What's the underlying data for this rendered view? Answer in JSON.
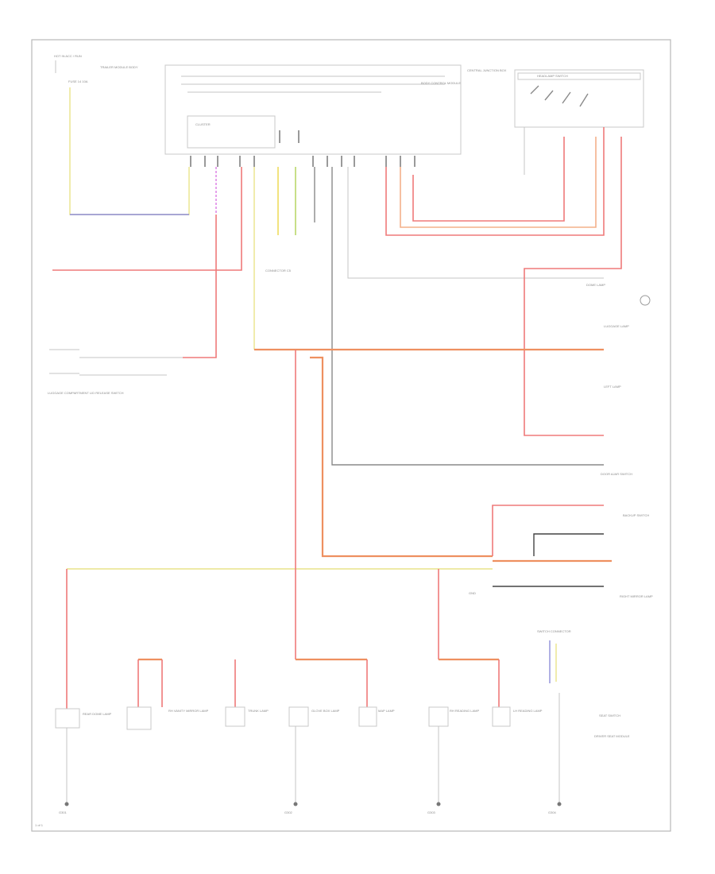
{
  "diagram": {
    "page_number": "1 of 1",
    "components": {
      "instrument_cluster": "CLUSTER",
      "top_left_ref": "HOT IN ACC / RUN",
      "interior_fuse": "FUSE 14 10A",
      "trailer_module_left": "TRAILER MODULE BODY",
      "body_control_module": "BODY CONTROL MODULE",
      "central_junction": "CENTRAL JUNCTION BOX",
      "headlamp_switch": "HEADLAMP SWITCH",
      "ground_ref_top": "GND",
      "connector_center": "CONNECTOR C5",
      "courtesy_lamp_switch": "LUGGAGE COMPARTMENT LID RELEASE SWITCH",
      "luggage_lamp": "LUGGAGE LAMP",
      "left_lamp": "LEFT LAMP",
      "mirror_lamp_right": "RIGHT MIRROR LAMP",
      "memory_seat_module": "DRIVER SEAT MODULE",
      "backup_switch": "BACKUP SWITCH",
      "door_ajar_switch": "DOOR AJAR SWITCH",
      "dome_lamp": "DOME LAMP",
      "ground_bottom_1": "G301",
      "ground_bottom_2": "G302",
      "ground_bottom_3": "G303",
      "ground_bottom_4": "G304",
      "lamp_1": "REAR DOME LAMP",
      "lamp_2": "RH VANITY MIRROR LAMP",
      "lamp_3": "TRUNK LAMP",
      "lamp_4": "GLOVE BOX LAMP",
      "lamp_5": "MAP LAMP",
      "lamp_6": "RH READING LAMP",
      "lamp_7": "LH READING LAMP",
      "seat_switch": "SEAT SWITCH",
      "switch_connector": "SWITCH CONNECTOR"
    },
    "colors": {
      "red": "#ef7a7a",
      "orange": "#ee9060",
      "yellow": "#e9e38a",
      "gray": "#8a8a8a",
      "blue": "#8e8ed8",
      "pink": "#e08ae8",
      "black": "#444444"
    }
  }
}
